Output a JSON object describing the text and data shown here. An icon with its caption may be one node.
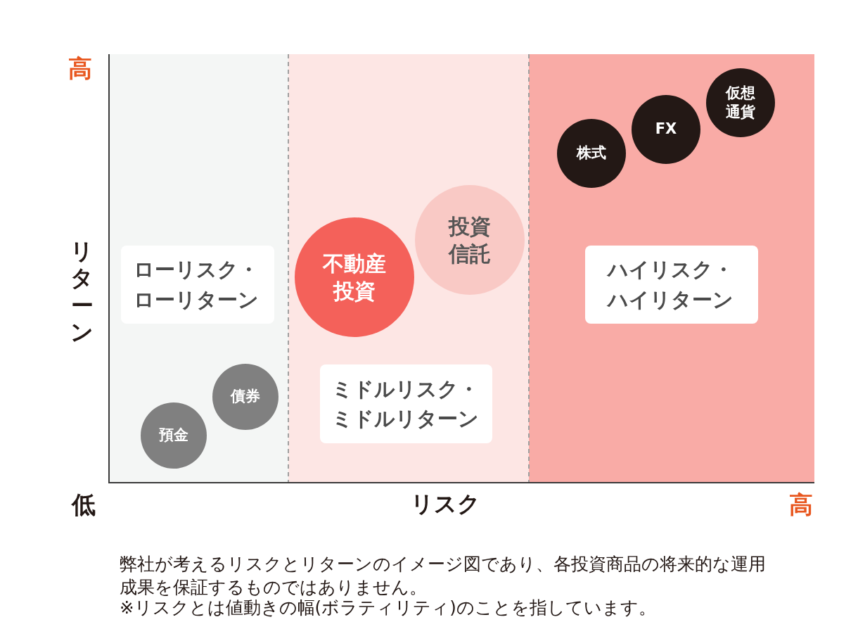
{
  "diagram": {
    "nodes": [
      {
        "text": [
          "ローリスク・ローリターン"
        ]
      },
      {
        "text": [
          "不動産投資"
        ]
      },
      {
        "text": [
          "投資信託"
        ]
      },
      {
        "text": [
          "ハイリスク・ハイリターン"
        ]
      },
      {
        "text": [
          "ミドルリスク・ミドルリターン"
        ]
      },
      {
        "text": [
          "債券"
        ]
      },
      {
        "text": [
          "預金"
        ]
      },
      {
        "text": [
          "株式"
        ]
      },
      {
        "text": [
          "FX"
        ]
      },
      {
        "text": [
          "仮想通貨"
        ]
      }
    ],
    "labels": [
      "高",
      "リターン",
      "低",
      "リスク",
      "高",
      "弊社が考えるリスクとリターンのイメージ図であり、各投資商品の将来的な運用成果を保証するものではありません。",
      "※リスクとは値動きの幅(ボラティリティ)のことを指しています。"
    ]
  }
}
